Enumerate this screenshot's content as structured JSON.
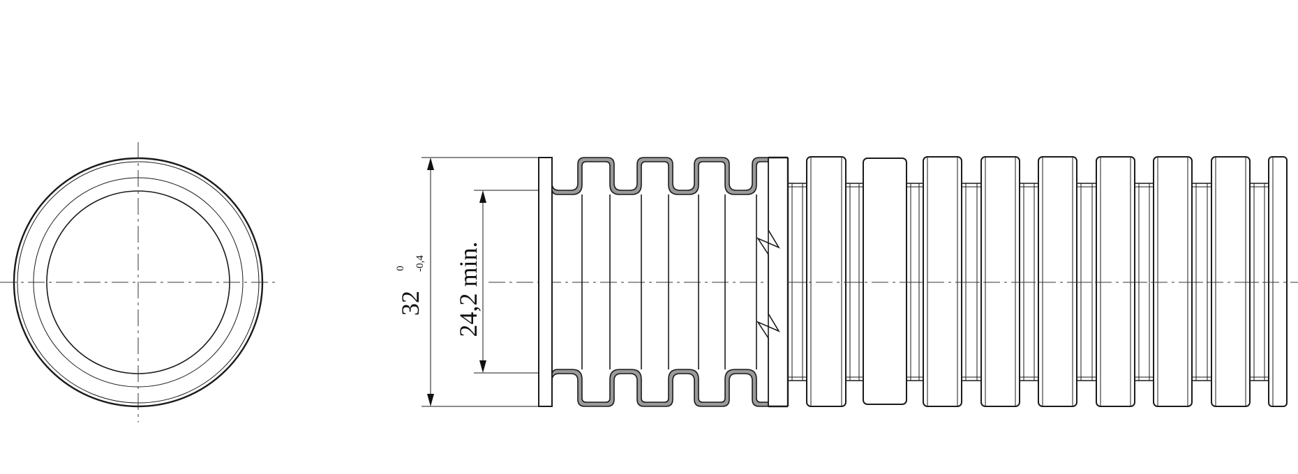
{
  "dimensions": {
    "outer_diameter": "32",
    "outer_tol_upper": "0",
    "outer_tol_lower": "-0,4",
    "inner_diameter": "24,2 min."
  }
}
